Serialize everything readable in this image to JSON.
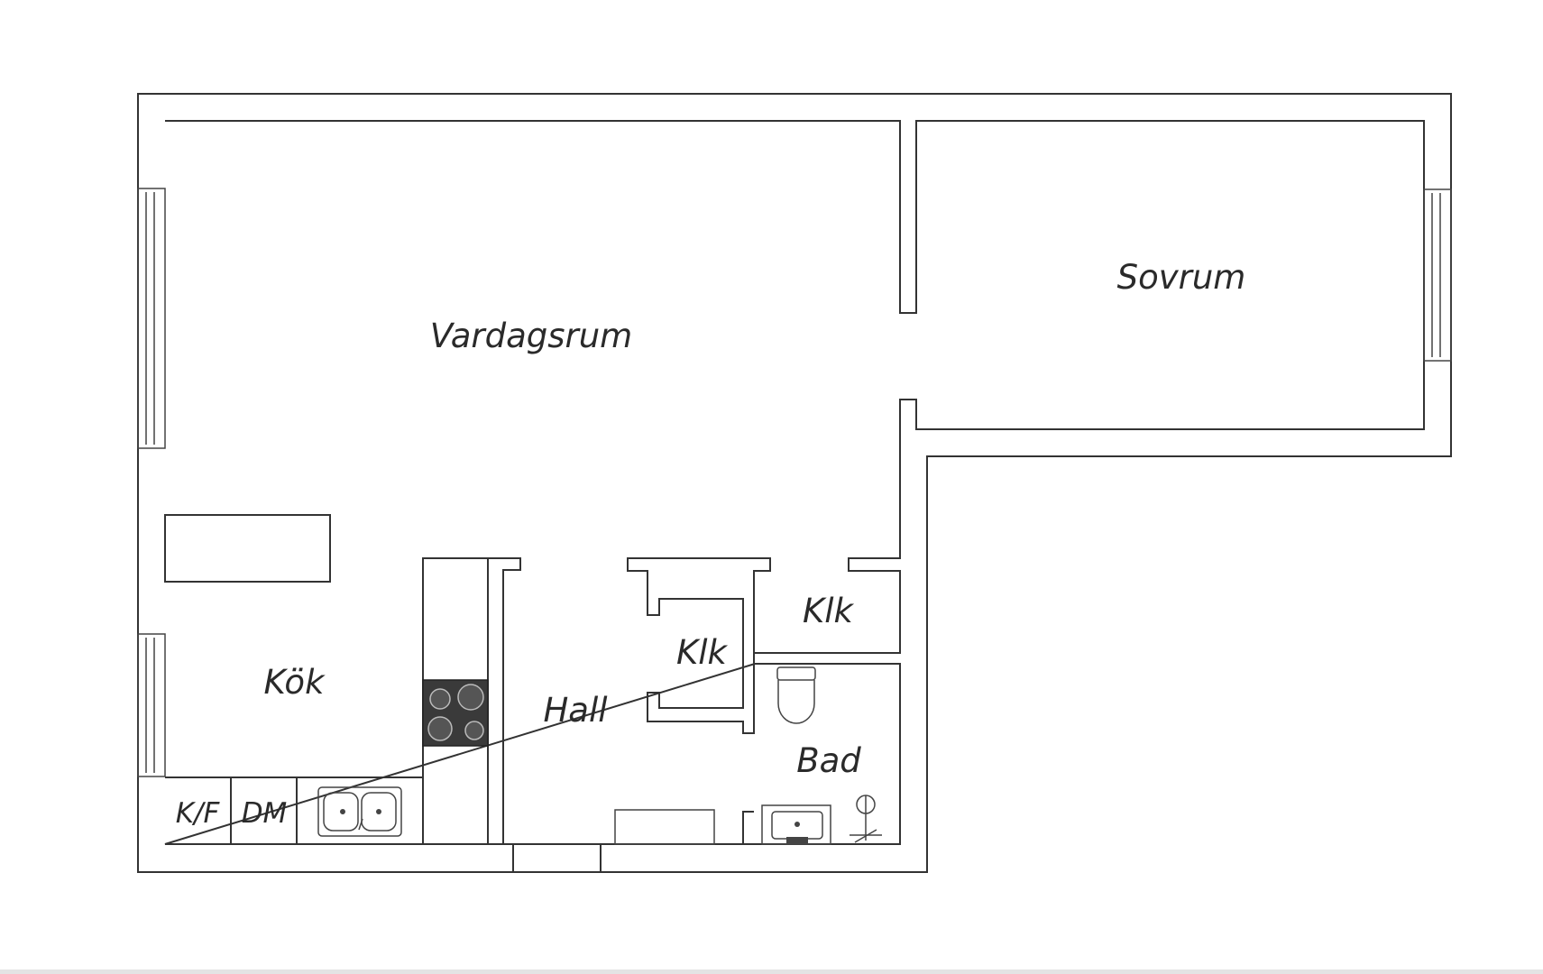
{
  "rooms": {
    "living": "Vardagsrum",
    "bedroom": "Sovrum",
    "kitchen": "Kök",
    "hall": "Hall",
    "closet_1": "Klk",
    "closet_2": "Klk",
    "bathroom": "Bad"
  },
  "appliances": {
    "fridge_freezer": "K/F",
    "dishwasher": "DM"
  },
  "colors": {
    "wall_stroke": "#333333",
    "stove": "#3a3a3a"
  }
}
